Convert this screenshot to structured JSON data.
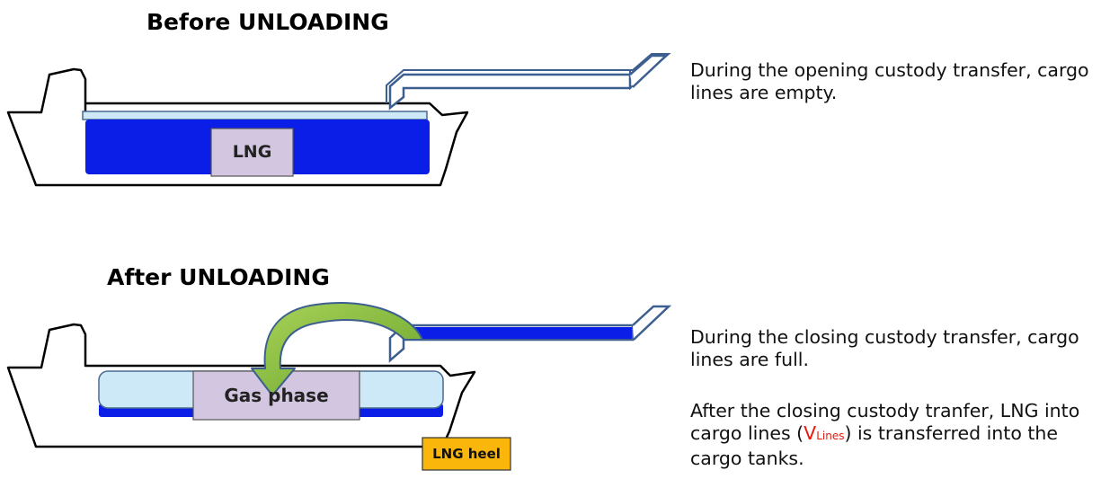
{
  "before": {
    "title": "Before UNLOADING",
    "tank_label": "LNG",
    "description": "During the opening custody transfer, cargo lines are empty."
  },
  "after": {
    "title": "After UNLOADING",
    "tank_label": "Gas phase",
    "heel_label": "LNG heel",
    "description_1": "During the closing custody transfer, cargo lines are full.",
    "description_2_pre": "After the closing custody tranfer, LNG into cargo lines (",
    "description_2_symbol": "V",
    "description_2_sub": "Lines",
    "description_2_post": ") is transferred into the cargo tanks."
  },
  "colors": {
    "lng_blue": "#0a1ee8",
    "gas_light_blue": "#cde9f8",
    "label_box": "#d2c6e0",
    "heel_orange": "#fbb60c",
    "pipe_outline": "#3d5f8f",
    "arrow_green": "#8cc63f",
    "highlight_red": "#e8180c"
  }
}
